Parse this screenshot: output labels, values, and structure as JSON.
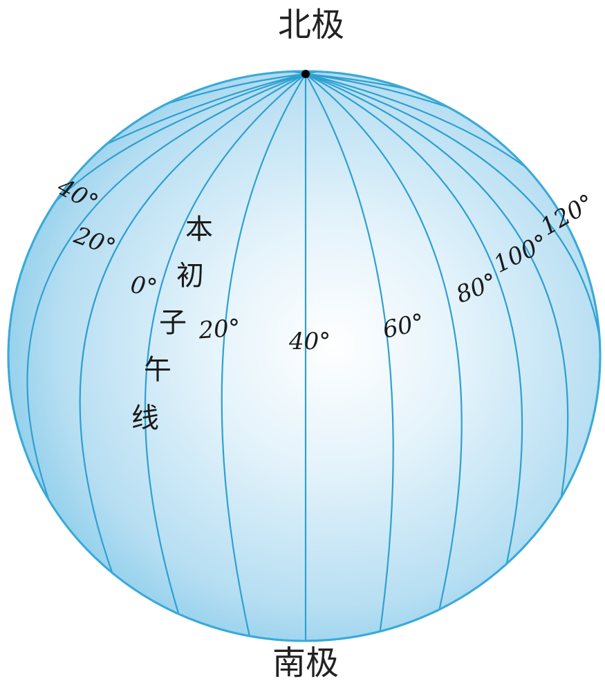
{
  "poles": {
    "north": "北极",
    "south": "南极"
  },
  "prime_meridian_label": "本初子午线",
  "longitude_labels": {
    "w40": "40°",
    "w20": "20°",
    "zero": "0°",
    "e20": "20°",
    "e40": "40°",
    "e60": "60°",
    "e80": "80°",
    "e100": "100°",
    "e120": "120°"
  },
  "colors": {
    "sphere_center": "#ffffff",
    "sphere_edge": "#7ec8e8",
    "meridian_line": "#2ea0d0",
    "outline": "#3aaad8",
    "text": "#1a1a1a"
  }
}
